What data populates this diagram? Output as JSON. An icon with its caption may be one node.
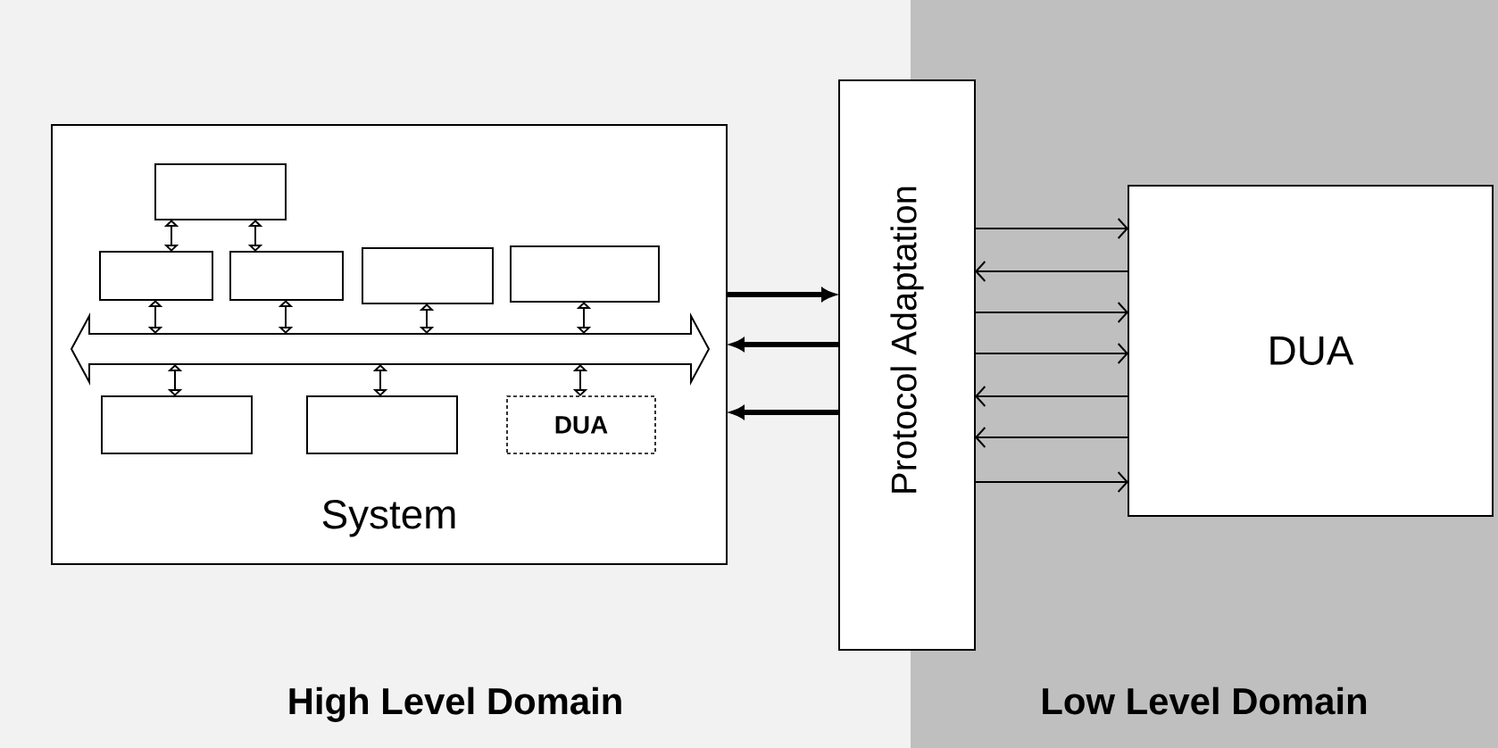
{
  "diagram": {
    "nodes": [
      {
        "text": [
          "High Level Domain"
        ]
      },
      {
        "text": [
          "Low Level Domain"
        ]
      },
      {
        "text": [
          "System"
        ],
        "in": 0
      },
      {
        "text": [],
        "shape": "box",
        "in": 2
      },
      {
        "text": [],
        "shape": "box",
        "in": 2
      },
      {
        "text": [],
        "shape": "box",
        "in": 2
      },
      {
        "text": [],
        "shape": "box",
        "in": 2
      },
      {
        "text": [],
        "shape": "box",
        "in": 2
      },
      {
        "text": [],
        "shape": "arrow",
        "in": 2
      },
      {
        "text": [],
        "shape": "box",
        "in": 2
      },
      {
        "text": [],
        "shape": "box",
        "in": 2
      },
      {
        "text": [
          "DUA"
        ],
        "in": 2
      },
      {
        "text": [
          "Protocol Adaptation"
        ]
      },
      {
        "text": [
          "DUA"
        ],
        "in": 1
      }
    ],
    "edges": [
      {
        "from": 3,
        "to": 4,
        "arrow": "both"
      },
      {
        "from": 3,
        "to": 5,
        "arrow": "both"
      },
      {
        "from": 4,
        "to": 8,
        "arrow": "both"
      },
      {
        "from": 5,
        "to": 8,
        "arrow": "both"
      },
      {
        "from": 6,
        "to": 8,
        "arrow": "both"
      },
      {
        "from": 7,
        "to": 8,
        "arrow": "both"
      },
      {
        "from": 8,
        "to": 9,
        "arrow": "both"
      },
      {
        "from": 8,
        "to": 10,
        "arrow": "both"
      },
      {
        "from": 8,
        "to": 11,
        "arrow": "both"
      },
      {
        "from": 2,
        "to": 12,
        "arrow": "to",
        "style": "thick"
      },
      {
        "from": 12,
        "to": 2,
        "arrow": "to",
        "style": "thick"
      },
      {
        "from": 12,
        "to": 2,
        "arrow": "to",
        "style": "thick"
      },
      {
        "from": 12,
        "to": 13,
        "arrow": "to"
      },
      {
        "from": 13,
        "to": 12,
        "arrow": "to"
      },
      {
        "from": 12,
        "to": 13,
        "arrow": "to"
      },
      {
        "from": 12,
        "to": 13,
        "arrow": "to"
      },
      {
        "from": 13,
        "to": 12,
        "arrow": "to"
      },
      {
        "from": 13,
        "to": 12,
        "arrow": "to"
      },
      {
        "from": 12,
        "to": 13,
        "arrow": "to"
      }
    ]
  }
}
